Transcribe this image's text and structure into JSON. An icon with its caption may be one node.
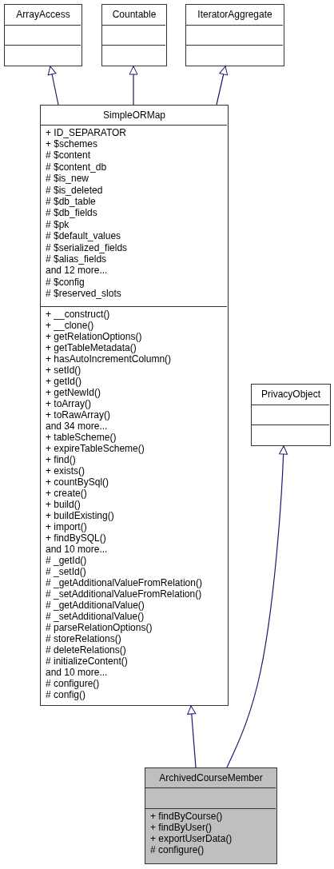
{
  "diagram": {
    "nodes": [
      {
        "text": [
          "ArrayAccess"
        ]
      },
      {
        "text": [],
        "shape": "box",
        "in": 0
      },
      {
        "text": [],
        "shape": "box",
        "in": 0
      },
      {
        "text": [
          "Countable"
        ]
      },
      {
        "text": [],
        "shape": "box",
        "in": 3
      },
      {
        "text": [],
        "shape": "box",
        "in": 3
      },
      {
        "text": [
          "IteratorAggregate"
        ]
      },
      {
        "text": [],
        "shape": "box",
        "in": 6
      },
      {
        "text": [],
        "shape": "box",
        "in": 6
      },
      {
        "text": [
          "SimpleORMap"
        ]
      },
      {
        "text": [
          "+ ID_SEPARATOR",
          "+ $schemes",
          "# $content",
          "# $content_db",
          "# $is_new",
          "# $is_deleted",
          "# $db_table",
          "# $db_fields",
          "# $pk",
          "# $default_values",
          "# $serialized_fields",
          "# $alias_fields",
          "and 12 more...",
          "# $config",
          "# $reserved_slots"
        ],
        "in": 9
      },
      {
        "text": [
          "+ __construct()",
          "+ __clone()",
          "+ getRelationOptions()",
          "+ getTableMetadata()",
          "+ hasAutoIncrementColumn()",
          "+ setId()",
          "+ getId()",
          "+ getNewId()",
          "+ toArray()",
          "+ toRawArray()",
          "and 34 more...",
          "+ tableScheme()",
          "+ expireTableScheme()",
          "+ find()",
          "+ exists()",
          "+ countBySql()",
          "+ create()",
          "+ build()",
          "+ buildExisting()",
          "+ import()",
          "+ findBySQL()",
          "and 10 more...",
          "# _getId()",
          "# _setId()",
          "# _getAdditionalValueFromRelation()",
          "# _setAdditionalValueFromRelation()",
          "# _getAdditionalValue()",
          "# _setAdditionalValue()",
          "# parseRelationOptions()",
          "# storeRelations()",
          "# deleteRelations()",
          "# initializeContent()",
          "and 10 more...",
          "# configure()",
          "# config()"
        ],
        "in": 9
      },
      {
        "text": [
          "PrivacyObject"
        ]
      },
      {
        "text": [],
        "shape": "box",
        "in": 12
      },
      {
        "text": [],
        "shape": "box",
        "in": 12
      },
      {
        "text": [
          "ArchivedCourseMember"
        ]
      },
      {
        "text": [],
        "shape": "box",
        "in": 15
      },
      {
        "text": [
          "+ findByCourse()",
          "+ findByUser()",
          "+ exportUserData()",
          "# configure()"
        ],
        "in": 15
      }
    ],
    "edges": [
      {
        "from": 9,
        "to": 0,
        "arrow": "to"
      },
      {
        "from": 9,
        "to": 3,
        "arrow": "to"
      },
      {
        "from": 9,
        "to": 6,
        "arrow": "to"
      },
      {
        "from": 15,
        "to": 9,
        "arrow": "to"
      },
      {
        "from": 15,
        "to": 12,
        "arrow": "to"
      }
    ]
  }
}
